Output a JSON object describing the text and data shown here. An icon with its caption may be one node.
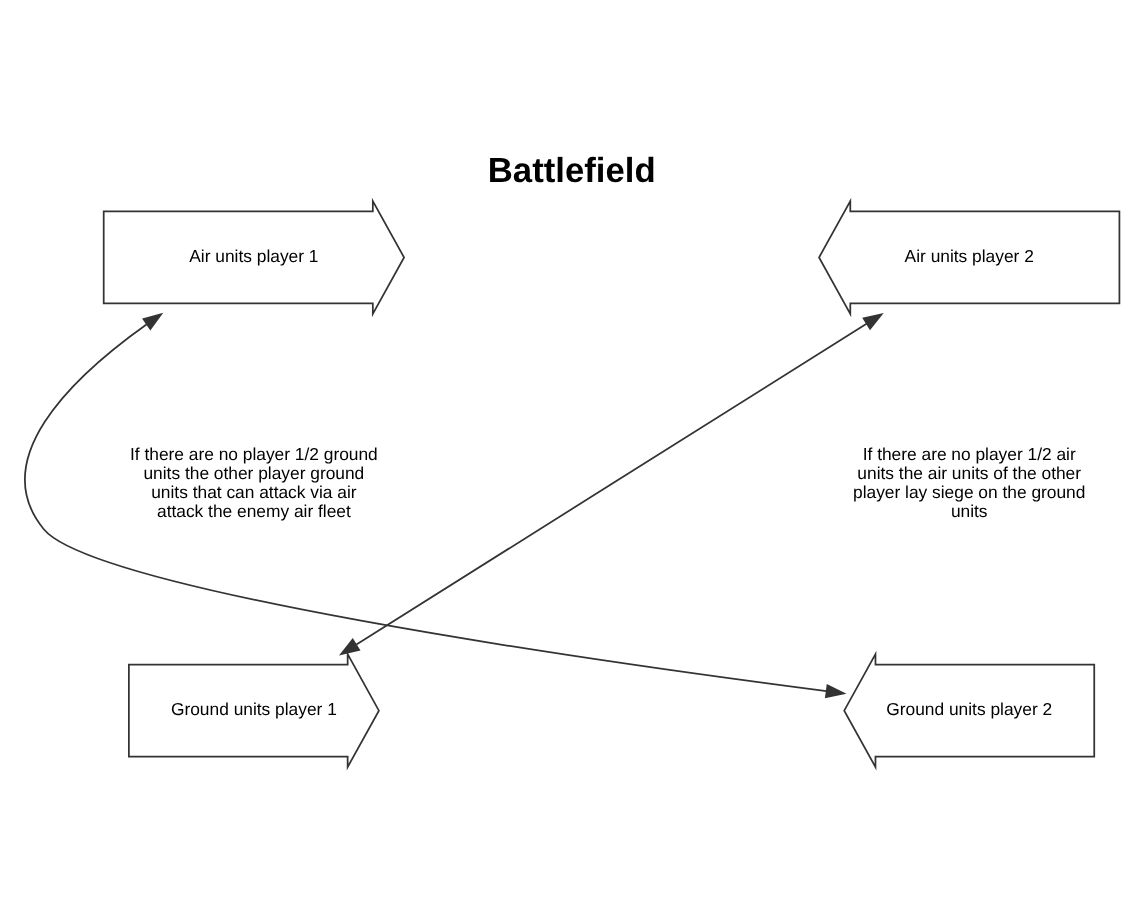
{
  "diagram": {
    "title": "Battlefield",
    "nodes": [
      {
        "text": [
          "Air units player 1"
        ]
      },
      {
        "text": [
          "Air units player 2"
        ]
      },
      {
        "text": [
          "Ground units player 1"
        ]
      },
      {
        "text": [
          "Ground units player 2"
        ]
      }
    ],
    "edges": [
      {
        "from": 0,
        "to": 3,
        "arrow": "both"
      },
      {
        "from": 1,
        "to": 2,
        "arrow": "both"
      }
    ],
    "labels": [
      "If there are no player 1/2 ground units the other player ground units that can attack via air attack the enemy air fleet",
      "If there are no player 1/2 air units the air units of the other player lay siege on the ground units"
    ]
  }
}
